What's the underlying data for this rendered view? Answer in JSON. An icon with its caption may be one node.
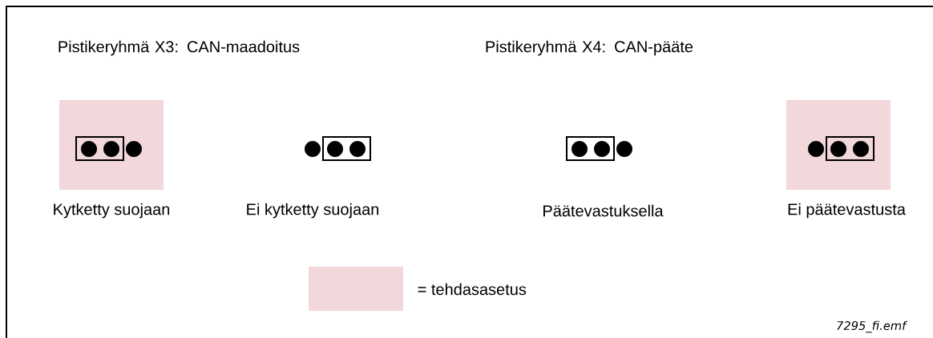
{
  "diagram": {
    "labels": [
      "Pistikeryhmä X3: CAN-maadoitus",
      "Pistikeryhmä X4: CAN-pääte",
      "Kytketty suojaan",
      "Ei kytketty suojaan",
      "Päätevastuksella",
      "Ei päätevastusta",
      "7295_fi.emf"
    ],
    "legend": [
      {
        "text": "= tehdasasetus",
        "color": "#f2d7db"
      }
    ]
  }
}
